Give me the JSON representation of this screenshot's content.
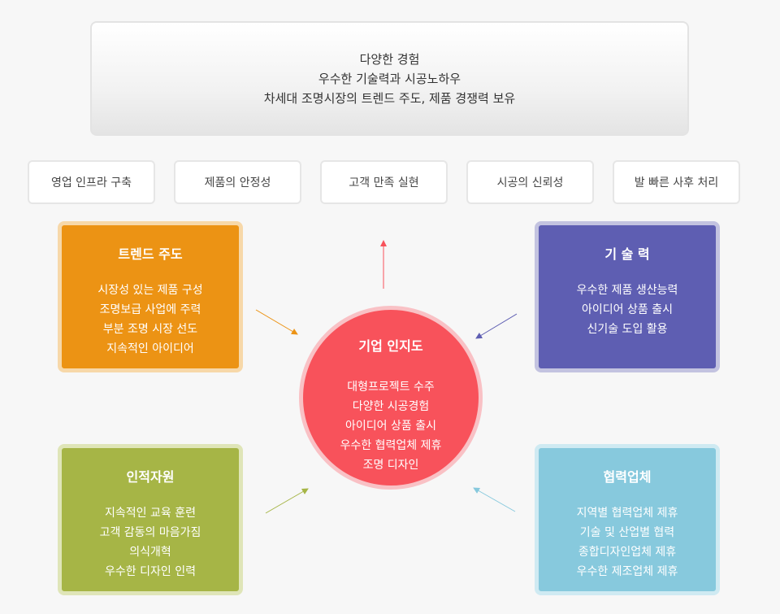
{
  "summary": {
    "lines": [
      "다양한 경험",
      "우수한 기술력과 시공노하우",
      "차세대 조명시장의 트렌드 주도, 제품 경쟁력 보유"
    ]
  },
  "values": [
    "영업 인프라 구축",
    "제품의 안정성",
    "고객 만족 실현",
    "시공의 신뢰성",
    "발 빠른 사후 처리"
  ],
  "center": {
    "title": "기업 인지도",
    "items": [
      "대형프로젝트 수주",
      "다양한 시공경험",
      "아이디어 상품 출시",
      "우수한 협력업체 제휴",
      "조명 디자인"
    ]
  },
  "cards": {
    "trend": {
      "title": "트렌드 주도",
      "items": [
        "시장성 있는 제품 구성",
        "조명보급 사업에 주력",
        "부분 조명 시장 선도",
        "지속적인 아이디어"
      ]
    },
    "tech": {
      "title": "기 술 력",
      "items": [
        "우수한 제품 생산능력",
        "아이디어 상품 출시",
        "신기술 도입 활용"
      ]
    },
    "hr": {
      "title": "인적자원",
      "items": [
        "지속적인 교육 훈련",
        "고객 감동의 마음가짐",
        "의식개혁",
        "우수한 디자인 인력"
      ]
    },
    "partner": {
      "title": "협력업체",
      "items": [
        "지역별 협력업체 제휴",
        "기술 및 산업별 협력",
        "종합디자인업체 제휴",
        "우수한 제조업체 제휴"
      ]
    }
  },
  "colors": {
    "trend": "#ec9314",
    "tech": "#5e5eb2",
    "hr": "#a6b546",
    "partner": "#87c9dd",
    "center": "#f8525b"
  }
}
